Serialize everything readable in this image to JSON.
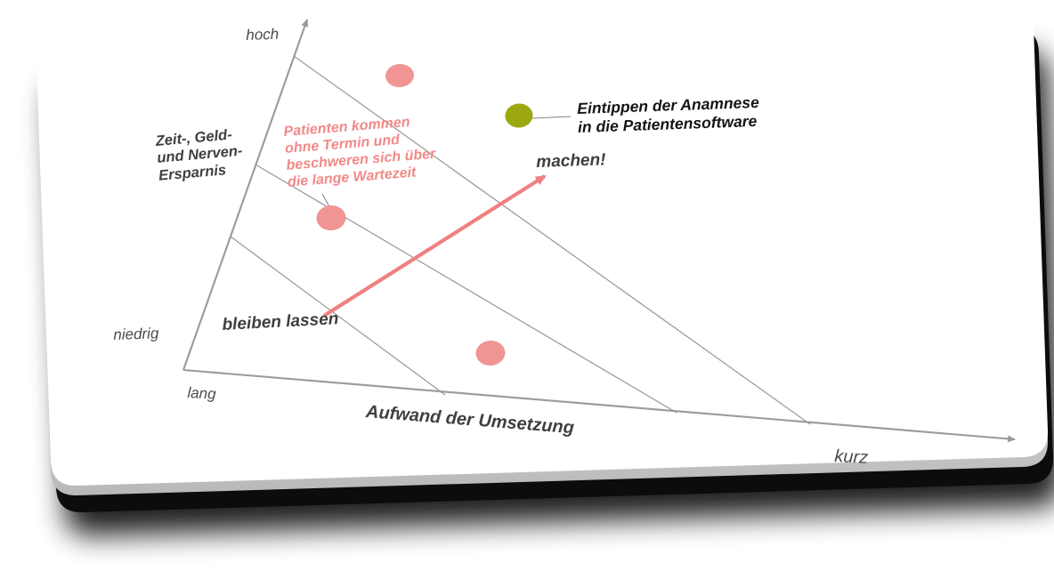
{
  "chart_data": {
    "type": "scatter",
    "title": "",
    "xlabel": "Aufwand der Umsetzung",
    "ylabel": "Zeit-, Geld- und Nerven-Ersparnis",
    "x_ticks": [
      "lang",
      "kurz"
    ],
    "y_ticks": [
      "niedrig",
      "hoch"
    ],
    "grid": false,
    "legend_position": "top-right",
    "zones": [
      {
        "label": "bleiben lassen",
        "position": "lower-left"
      },
      {
        "label": "machen!",
        "position": "upper-right"
      }
    ],
    "diagonal_bands": 3,
    "points": [
      {
        "id": "p1",
        "color": "#f09494",
        "x_pct": 38,
        "y_pct": 86,
        "label": ""
      },
      {
        "id": "p2",
        "color": "#f09494",
        "x_pct": 28,
        "y_pct": 53,
        "label": "Patienten kommen ohne Termin und beschweren sich über die lange Wartezeit"
      },
      {
        "id": "p3",
        "color": "#f09494",
        "x_pct": 52,
        "y_pct": 16,
        "label": ""
      },
      {
        "id": "p4",
        "color": "#9ba80f",
        "x_pct": 62,
        "y_pct": 75,
        "label": "Eintippen der Anamnese in die Patientensoftware"
      }
    ],
    "trend_arrow": {
      "from": "lower-left",
      "to": "upper-right",
      "color": "#f08080"
    }
  },
  "card": {
    "axis_y_label_high": "hoch",
    "axis_y_label_low": "niedrig",
    "axis_x_label_long": "lang",
    "axis_x_label_short": "kurz",
    "axis_x_title": "Aufwand der Umsetzung",
    "axis_y_title_line1": "Zeit-, Geld-",
    "axis_y_title_line2": "und Nerven-",
    "axis_y_title_line3": "Ersparnis",
    "zone_low": "bleiben lassen",
    "zone_high": "machen!",
    "callout_pink_line1": "Patienten kommen",
    "callout_pink_line2": "ohne Termin und",
    "callout_pink_line3": "beschweren sich über",
    "callout_pink_line4": "die lange Wartezeit",
    "callout_olive_line1": "Eintippen der Anamnese",
    "callout_olive_line2": "in die Patientensoftware"
  },
  "colors": {
    "dot_pink": "#f09494",
    "dot_olive": "#9ba80f",
    "arrow_pink": "#f08080",
    "axis_gray": "#9a9a9a",
    "text_dark": "#3f3f3f",
    "card_bg": "#ffffff"
  }
}
